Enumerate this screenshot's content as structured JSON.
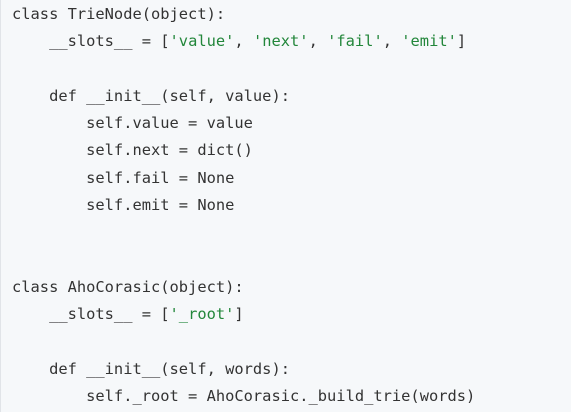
{
  "code": {
    "lines": [
      [
        {
          "text": "class TrieNode(object):",
          "type": "plain"
        }
      ],
      [
        {
          "text": "    __slots__ = [",
          "type": "plain"
        },
        {
          "text": "'value'",
          "type": "string"
        },
        {
          "text": ", ",
          "type": "plain"
        },
        {
          "text": "'next'",
          "type": "string"
        },
        {
          "text": ", ",
          "type": "plain"
        },
        {
          "text": "'fail'",
          "type": "string"
        },
        {
          "text": ", ",
          "type": "plain"
        },
        {
          "text": "'emit'",
          "type": "string"
        },
        {
          "text": "]",
          "type": "plain"
        }
      ],
      [],
      [
        {
          "text": "    def __init__(self, value):",
          "type": "plain"
        }
      ],
      [
        {
          "text": "        self.value = value",
          "type": "plain"
        }
      ],
      [
        {
          "text": "        self.next = dict()",
          "type": "plain"
        }
      ],
      [
        {
          "text": "        self.fail = None",
          "type": "plain"
        }
      ],
      [
        {
          "text": "        self.emit = None",
          "type": "plain"
        }
      ],
      [],
      [],
      [
        {
          "text": "class AhoCorasic(object):",
          "type": "plain"
        }
      ],
      [
        {
          "text": "    __slots__ = [",
          "type": "plain"
        },
        {
          "text": "'_root'",
          "type": "string"
        },
        {
          "text": "]",
          "type": "plain"
        }
      ],
      [],
      [
        {
          "text": "    def __init__(self, words):",
          "type": "plain"
        }
      ],
      [
        {
          "text": "        self._root = AhoCorasic._build_trie(words)",
          "type": "plain"
        }
      ]
    ]
  },
  "colors": {
    "background": "#f6f8fa",
    "text": "#333333",
    "string": "#22863a"
  }
}
